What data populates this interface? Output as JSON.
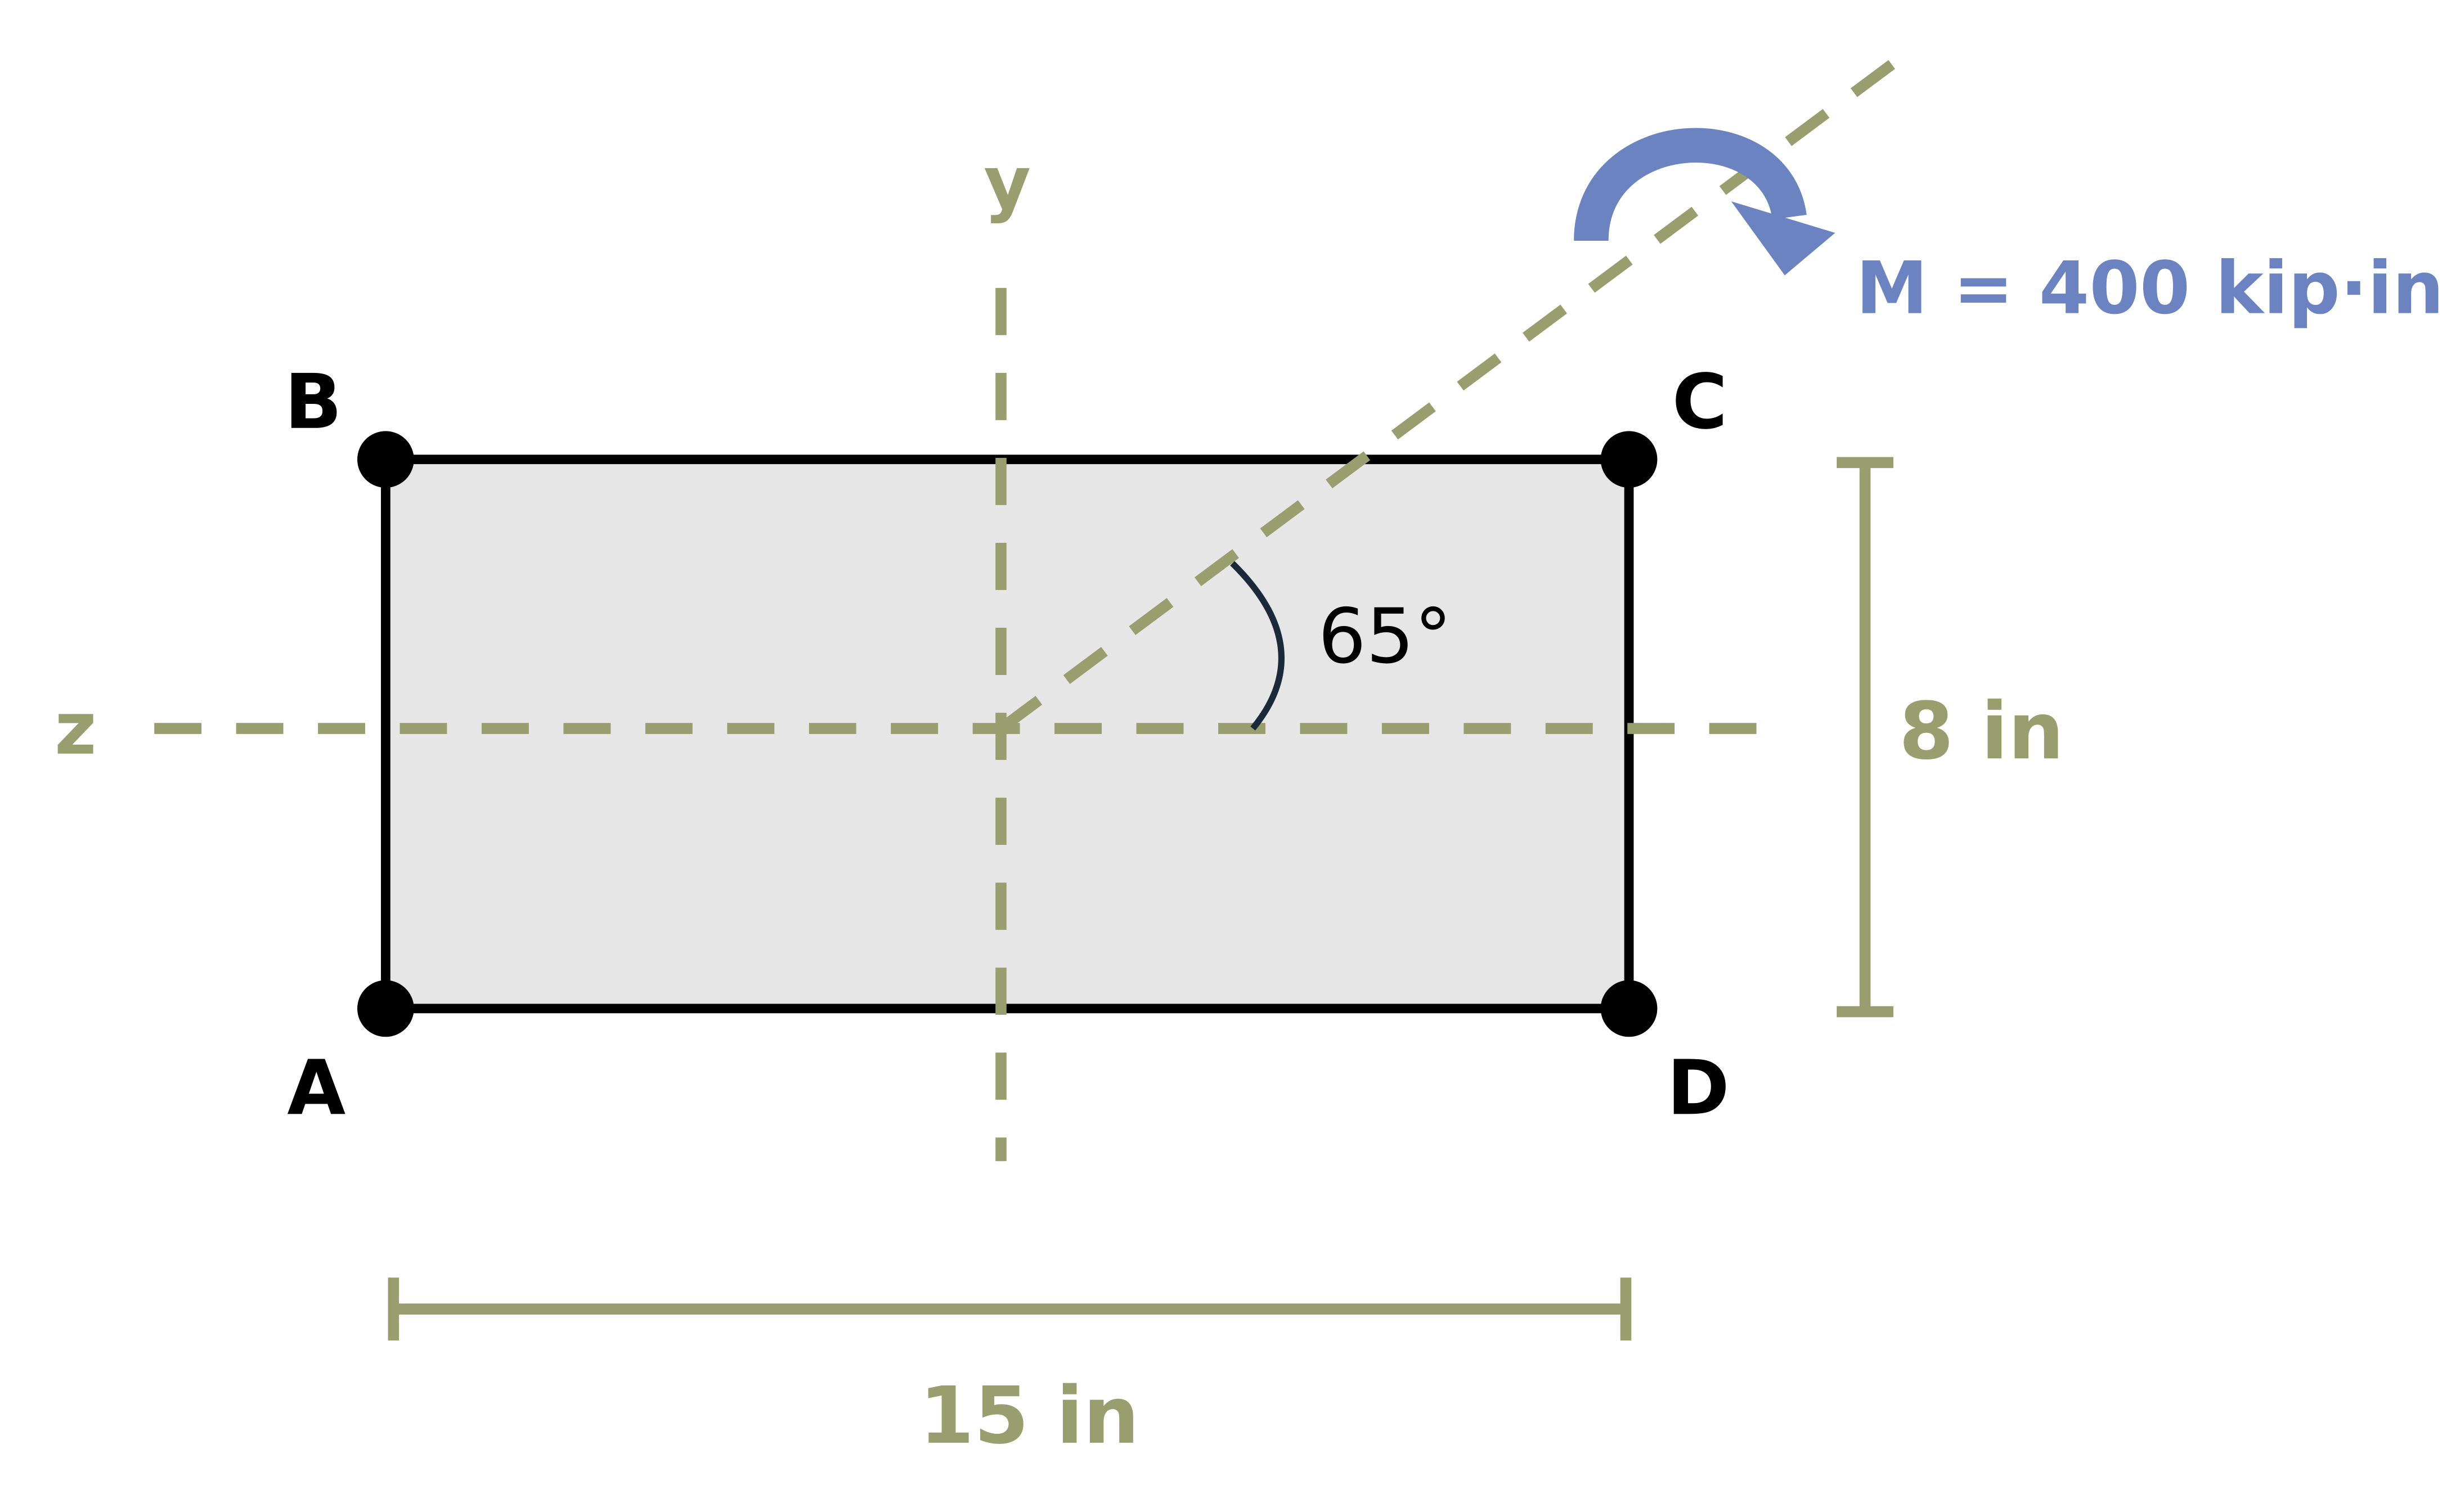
{
  "colors": {
    "background": "#ffffff",
    "section_fill": "#e6e6e6",
    "outline": "#000000",
    "axis_olive": "#999e6e",
    "moment_blue": "#6b83c0",
    "angle_arc": "#1b2a3a"
  },
  "axes": {
    "y_label": "y",
    "z_label": "z"
  },
  "corners": {
    "a": "A",
    "b": "B",
    "c": "C",
    "d": "D"
  },
  "dimensions": {
    "width": "15 in",
    "height": "8 in"
  },
  "moment": {
    "label": "M = 400 kip·in",
    "icon": "curved-arrow-icon"
  },
  "angle": {
    "label": "65°"
  }
}
